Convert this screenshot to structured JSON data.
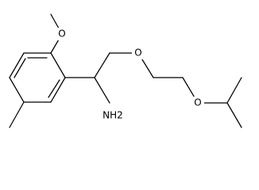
{
  "molecule": {
    "labels": {
      "methoxy_oxygen": "O",
      "ether_oxygen_1": "O",
      "ether_oxygen_2": "O",
      "amine": "NH2"
    },
    "colors": {
      "background": "#ffffff",
      "bonds": "#000000",
      "labels": "#000000"
    }
  }
}
